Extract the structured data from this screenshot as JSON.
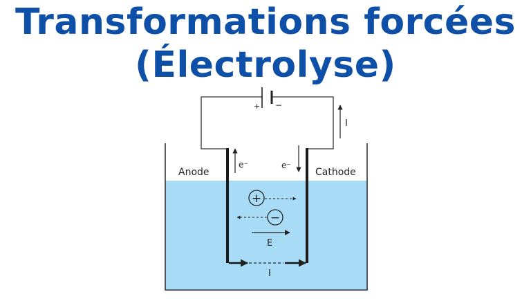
{
  "title": {
    "line1": "Transformations forcées",
    "line2": "(Électrolyse)"
  },
  "diagram": {
    "battery_plus": "+",
    "battery_minus": "−",
    "current_label_top": "I",
    "current_label_bottom": "I",
    "electron_label_anode": "e⁻",
    "electron_label_cathode": "e⁻",
    "anode_label": "Anode",
    "cathode_label": "Cathode",
    "field_label": "E",
    "cation_symbol": "+",
    "anion_symbol": "−",
    "colors": {
      "title": "#0e4fa8",
      "electrolyte": "#a8dcf6",
      "lines": "#333333"
    }
  }
}
